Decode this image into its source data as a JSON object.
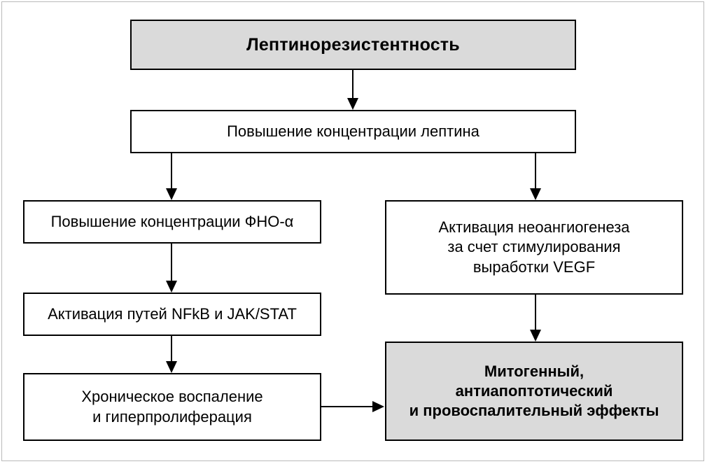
{
  "figure": {
    "type": "flowchart",
    "language": "ru",
    "accent_fill": "#dadada",
    "line_color": "#000000",
    "background": "#ffffff"
  },
  "nodes": {
    "leptin_resistance": {
      "label": "Лептинорезистентность",
      "fill": "#dadada",
      "weight": "bold"
    },
    "leptin_increase": {
      "label": "Повышение концентрации лептина",
      "fill": "#ffffff",
      "weight": "normal"
    },
    "tnf_increase": {
      "label": "Повышение концентрации ФНО-α",
      "fill": "#ffffff",
      "weight": "normal"
    },
    "pathways": {
      "label": "Активация путей NFkB и JAK/STAT",
      "fill": "#ffffff",
      "weight": "normal"
    },
    "inflammation": {
      "line1": "Хроническое воспаление",
      "line2": "и гиперпролиферация",
      "fill": "#ffffff",
      "weight": "normal"
    },
    "neoangiogenesis": {
      "line1": "Активация неоангиогенеза",
      "line2": "за счет стимулирования",
      "line3": "выработки VEGF",
      "fill": "#ffffff",
      "weight": "normal"
    },
    "effects": {
      "line1": "Митогенный,",
      "line2": "антиапоптотический",
      "line3": "и провоспалительный эффекты",
      "fill": "#dadada",
      "weight": "bold"
    }
  },
  "edges": [
    {
      "from": "leptin_resistance",
      "to": "leptin_increase",
      "direction": "down"
    },
    {
      "from": "leptin_increase",
      "to": "tnf_increase",
      "direction": "down"
    },
    {
      "from": "leptin_increase",
      "to": "neoangiogenesis",
      "direction": "down"
    },
    {
      "from": "tnf_increase",
      "to": "pathways",
      "direction": "down"
    },
    {
      "from": "pathways",
      "to": "inflammation",
      "direction": "down"
    },
    {
      "from": "neoangiogenesis",
      "to": "effects",
      "direction": "down"
    },
    {
      "from": "inflammation",
      "to": "effects",
      "direction": "right"
    }
  ]
}
